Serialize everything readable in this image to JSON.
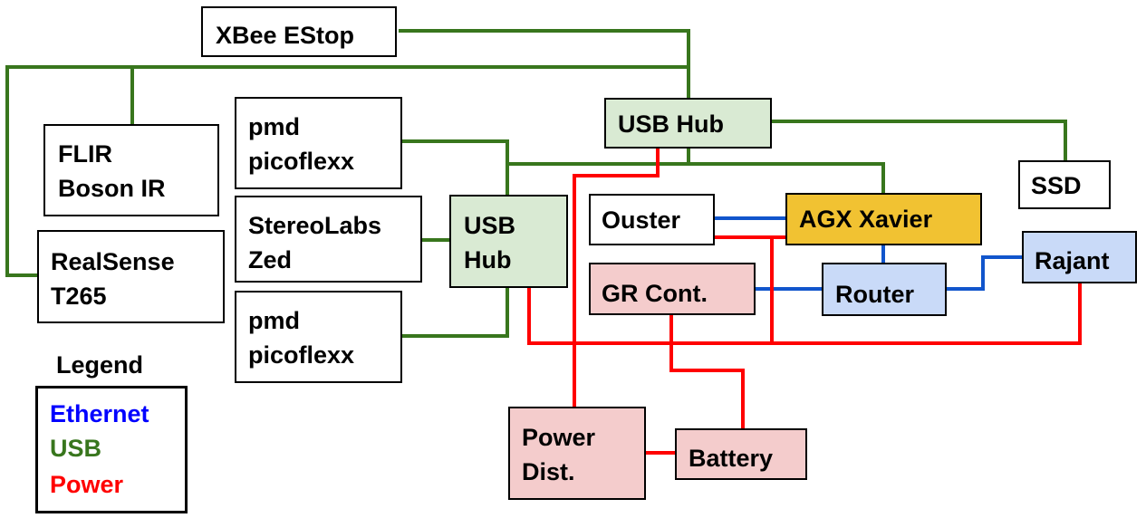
{
  "colors": {
    "ethernet": "#1155cc",
    "usb": "#38761d",
    "power": "#ff0000",
    "legend_ethernet_text": "#0000ff",
    "legend_usb_text": "#38761d",
    "legend_power_text": "#ff0000",
    "fill_usb_hub": "#d9ead3",
    "fill_power": "#f4cccc",
    "fill_network": "#c9daf8",
    "fill_compute": "#f1c232",
    "fill_plain": "#ffffff"
  },
  "nodes": {
    "xbee": "XBee EStop",
    "flir_1": "FLIR",
    "flir_2": "Boson IR",
    "realsense_1": "RealSense",
    "realsense_2": "T265",
    "pmd_top_1": "pmd",
    "pmd_top_2": "picoflexx",
    "zed_1": "StereoLabs",
    "zed_2": "Zed",
    "pmd_bottom_1": "pmd",
    "pmd_bottom_2": "picoflexx",
    "usb_hub_top": "USB Hub",
    "usb_hub_small_1": "USB",
    "usb_hub_small_2": "Hub",
    "ssd": "SSD",
    "ouster": "Ouster",
    "agx": "AGX Xavier",
    "rajant": "Rajant",
    "router": "Router",
    "gr_cont": "GR Cont.",
    "power_dist_1": "Power",
    "power_dist_2": "Dist.",
    "battery": "Battery"
  },
  "legend": {
    "title": "Legend",
    "ethernet": "Ethernet",
    "usb": "USB",
    "power": "Power"
  }
}
